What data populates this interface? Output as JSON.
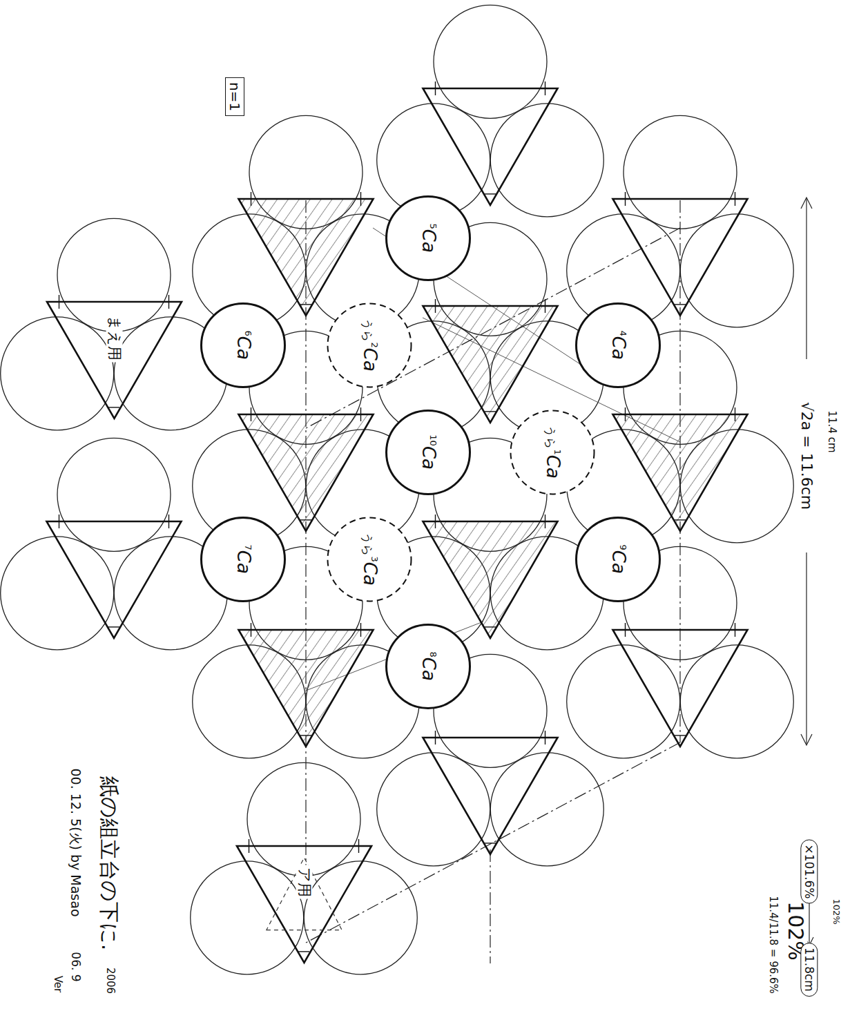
{
  "diagram": {
    "nodes": [
      {
        "text": [
          "5",
          "Ca"
        ]
      },
      {
        "text": [
          "6",
          "Ca"
        ]
      },
      {
        "text": [
          "うら",
          "2",
          "Ca"
        ]
      },
      {
        "text": [
          "4",
          "Ca"
        ]
      },
      {
        "text": [
          "まえ用"
        ]
      },
      {
        "text": [
          "10",
          "Ca"
        ]
      },
      {
        "text": [
          "うら",
          "1",
          "Ca"
        ]
      },
      {
        "text": [
          "7",
          "Ca"
        ]
      },
      {
        "text": [
          "うら",
          "3",
          "Ca"
        ]
      },
      {
        "text": [
          "9",
          "Ca"
        ]
      },
      {
        "text": [
          "8",
          "Ca"
        ]
      },
      {
        "text": [
          "ア用"
        ]
      }
    ],
    "labels": [
      "n=1",
      "11.4 cm",
      "√2a = 11.6cm",
      "102%",
      "×101.6%",
      "11.8cm",
      "102%",
      "11.4/11.8 = 96.6%",
      "紙の組立台の下に.",
      "00. 12. 5(火) by Masao",
      "06. 9",
      "Ver",
      "2006"
    ]
  }
}
